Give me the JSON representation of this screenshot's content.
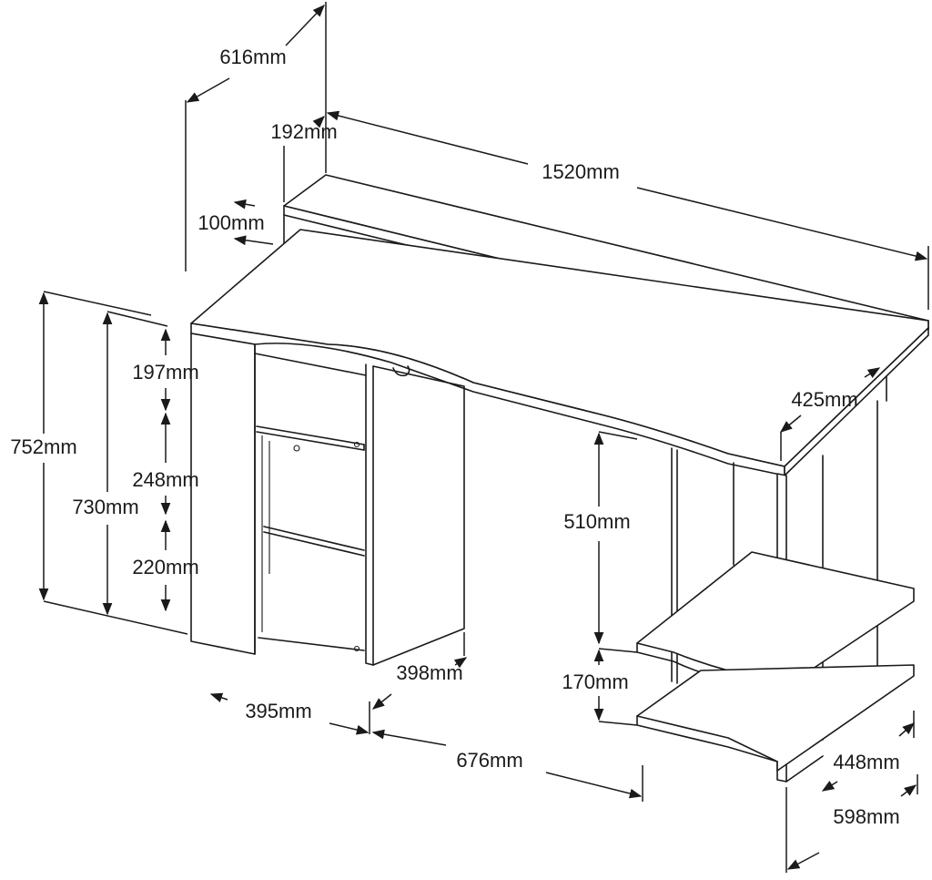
{
  "product": "computer desk with raised shelf, cabinet and side shelves",
  "dimensions": {
    "overall_depth": "616mm",
    "shelf_depth": "192mm",
    "overall_width": "1520mm",
    "shelf_height": "100mm",
    "overall_height": "752mm",
    "desk_height": "730mm",
    "cabinet_top_gap": "197mm",
    "cabinet_mid_gap": "248mm",
    "cabinet_low_gap": "220mm",
    "right_depth": "425mm",
    "right_clearance": "510mm",
    "right_lower_gap": "170mm",
    "cabinet_depth": "398mm",
    "cabinet_width": "395mm",
    "knee_space_width": "676mm",
    "side_shelf_depth": "448mm",
    "right_overall_depth": "598mm"
  },
  "colors": {
    "line": "#1a1a1a",
    "background": "#ffffff"
  }
}
